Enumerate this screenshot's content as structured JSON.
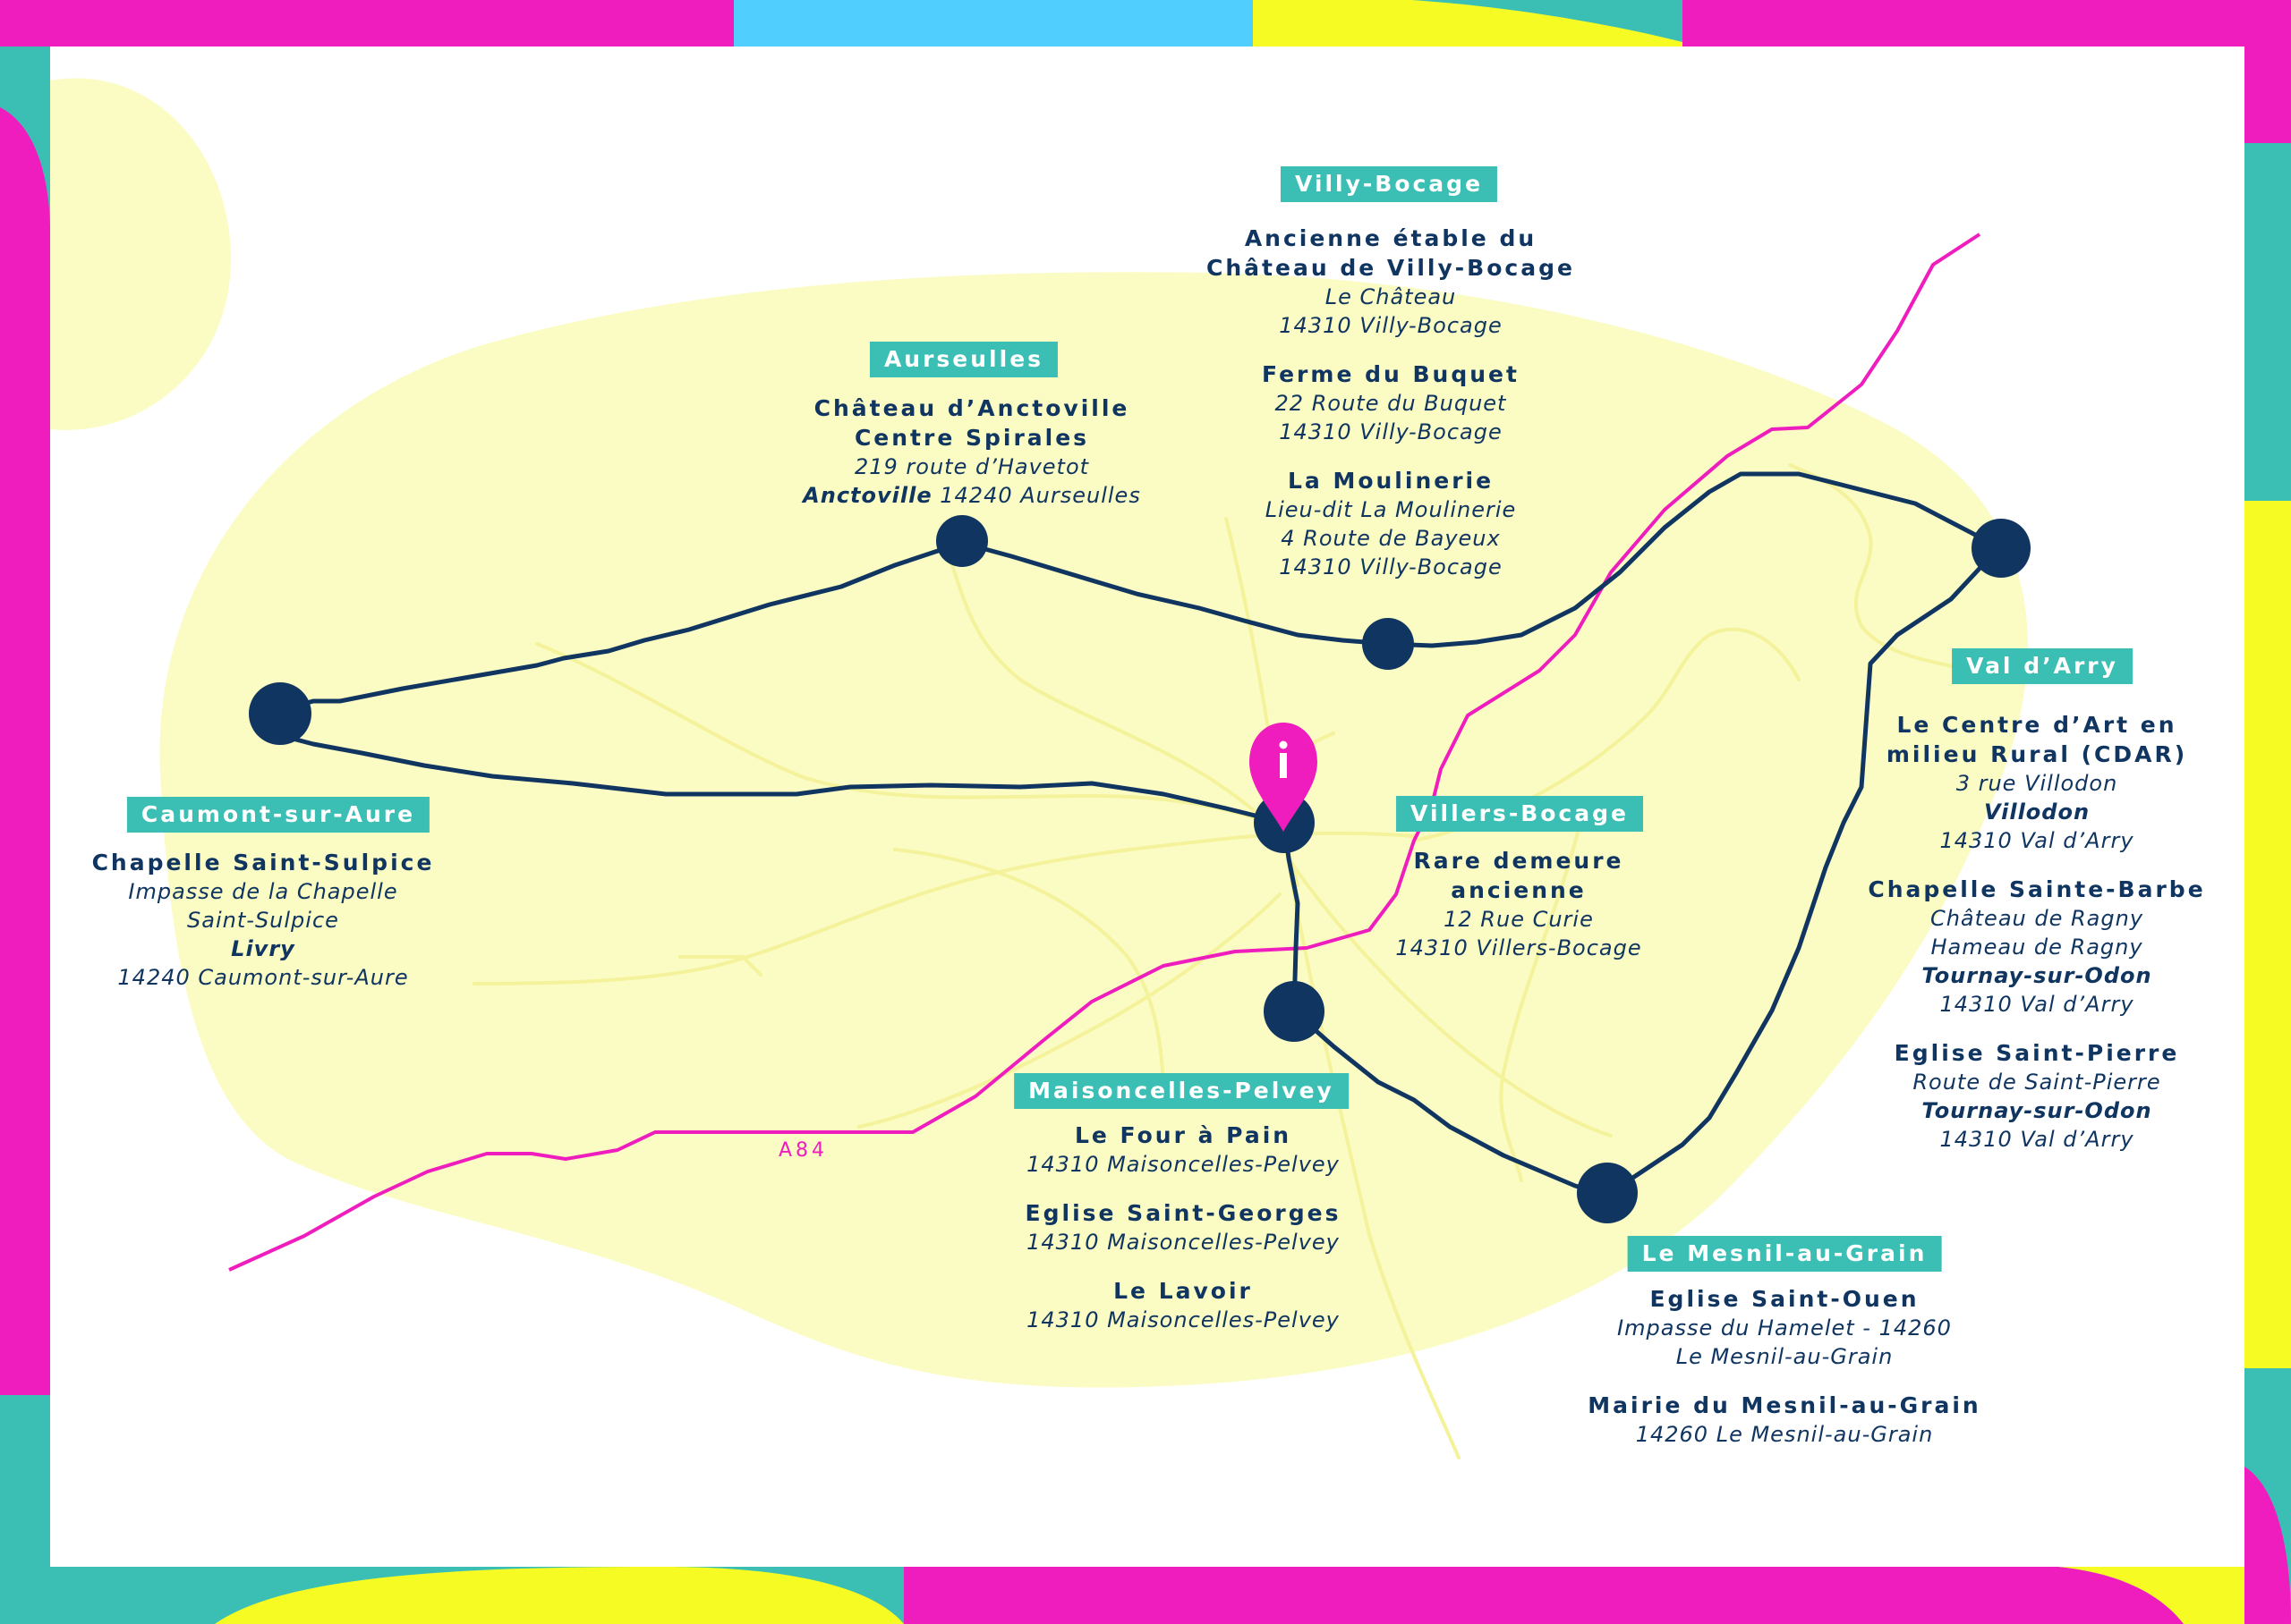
{
  "colors": {
    "navy": "#0f3560",
    "teal": "#3bbfb5",
    "magenta": "#f01dbe",
    "cyan": "#50cfff",
    "yellow": "#f6fb24",
    "pale_yellow": "#fbfcc4",
    "minor_road": "#f4f29a"
  },
  "road_label": "A84",
  "info_icon": "info-pin-icon",
  "areas": {
    "villy": {
      "name": "Villy-Bocage",
      "sites": [
        {
          "title": [
            "Ancienne étable du",
            "Château de Villy-Bocage"
          ],
          "address": [
            "Le Château",
            "14310 Villy-Bocage"
          ]
        },
        {
          "title": [
            "Ferme du Buquet"
          ],
          "address": [
            "22 Route du Buquet",
            "14310 Villy-Bocage"
          ]
        },
        {
          "title": [
            "La Moulinerie"
          ],
          "address": [
            "Lieu-dit La Moulinerie",
            "4 Route de Bayeux",
            "14310 Villy-Bocage"
          ]
        }
      ]
    },
    "aurseulles": {
      "name": "Aurseulles",
      "title": [
        "Château d’Anctoville",
        "Centre Spirales"
      ],
      "address": "219 route d’Havetot",
      "locality": "Anctoville",
      "postcode": "14240 Aurseulles"
    },
    "caumont": {
      "name": "Caumont-sur-Aure",
      "title": "Chapelle Saint-Sulpice",
      "address": [
        "Impasse de la Chapelle",
        "Saint-Sulpice"
      ],
      "locality": "Livry",
      "postcode": "14240 Caumont-sur-Aure"
    },
    "villers": {
      "name": "Villers-Bocage",
      "title": [
        "Rare demeure",
        "ancienne"
      ],
      "address": [
        "12 Rue Curie",
        "14310 Villers-Bocage"
      ]
    },
    "maisoncelles": {
      "name": "Maisoncelles-Pelvey",
      "sites": [
        {
          "title": "Le Four à Pain",
          "address": "14310 Maisoncelles-Pelvey"
        },
        {
          "title": "Eglise Saint-Georges",
          "address": "14310 Maisoncelles-Pelvey"
        },
        {
          "title": "Le Lavoir",
          "address": "14310 Maisoncelles-Pelvey"
        }
      ]
    },
    "valdarry": {
      "name": "Val d’Arry",
      "sites": [
        {
          "title": [
            "Le Centre d’Art en",
            "milieu Rural (CDAR)"
          ],
          "address": "3 rue Villodon",
          "locality": "Villodon",
          "postcode": "14310 Val d’Arry"
        },
        {
          "title": [
            "Chapelle Sainte-Barbe"
          ],
          "address": [
            "Château de Ragny",
            "Hameau de Ragny"
          ],
          "locality": "Tournay-sur-Odon",
          "postcode": "14310 Val d’Arry"
        },
        {
          "title": [
            "Eglise Saint-Pierre"
          ],
          "address": [
            "Route de Saint-Pierre"
          ],
          "locality": "Tournay-sur-Odon",
          "postcode": "14310 Val d’Arry"
        }
      ]
    },
    "mesnil": {
      "name": "Le Mesnil-au-Grain",
      "sites": [
        {
          "title": "Eglise Saint-Ouen",
          "address": [
            "Impasse du Hamelet - 14260",
            "Le Mesnil-au-Grain"
          ]
        },
        {
          "title": "Mairie du Mesnil-au-Grain",
          "address": [
            "14260 Le Mesnil-au-Grain"
          ]
        }
      ]
    }
  }
}
